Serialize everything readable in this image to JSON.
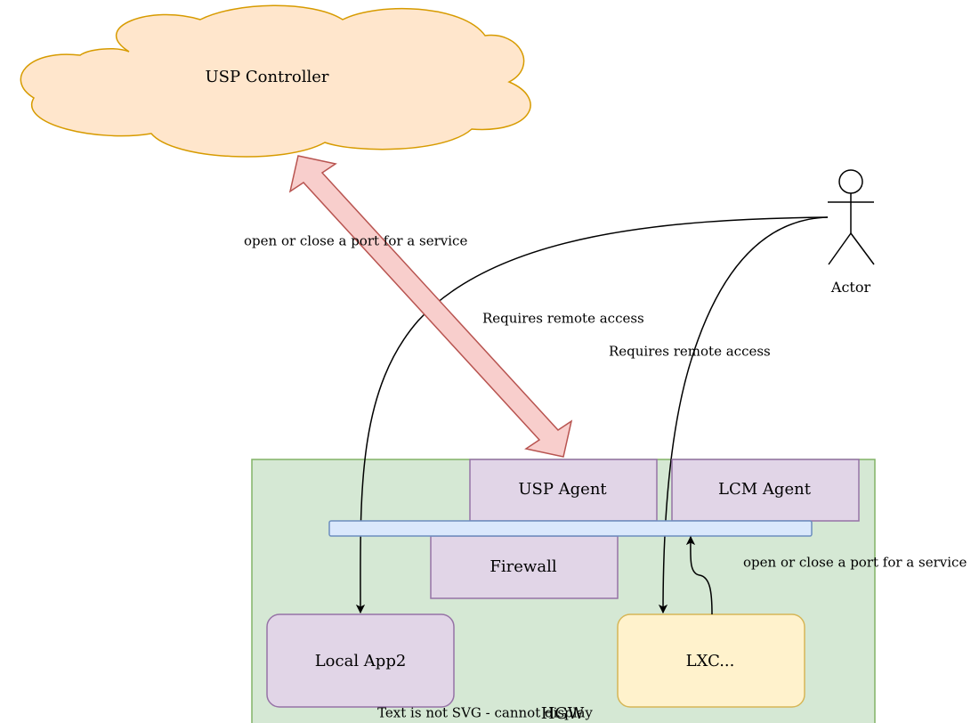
{
  "nodes": {
    "usp_controller": "USP Controller",
    "actor": "Actor",
    "usp_agent": "USP Agent",
    "lcm_agent": "LCM Agent",
    "firewall": "Firewall",
    "local_app2": "Local App2",
    "lxc": "LXC...",
    "hgw": "HGW"
  },
  "edge_labels": {
    "controller_agent": "open or  close a port for a service",
    "actor_local_app": "Requires remote access",
    "actor_lxc": "Requires remote access",
    "lxc_bus": "open or  close a port for a service"
  },
  "warning": "Text is not SVG - cannot display",
  "colors": {
    "cloud_fill": "#ffe6cc",
    "cloud_stroke": "#d79b00",
    "container_fill": "#d5e8d4",
    "container_stroke": "#82b366",
    "purple_fill": "#e1d5e7",
    "purple_stroke": "#9673a6",
    "bus_fill": "#dae8fc",
    "bus_stroke": "#6c8ebf",
    "yellow_fill": "#fff2cc",
    "yellow_stroke": "#d6b656",
    "arrow_fill": "#f8cecc",
    "arrow_stroke": "#b85450"
  }
}
